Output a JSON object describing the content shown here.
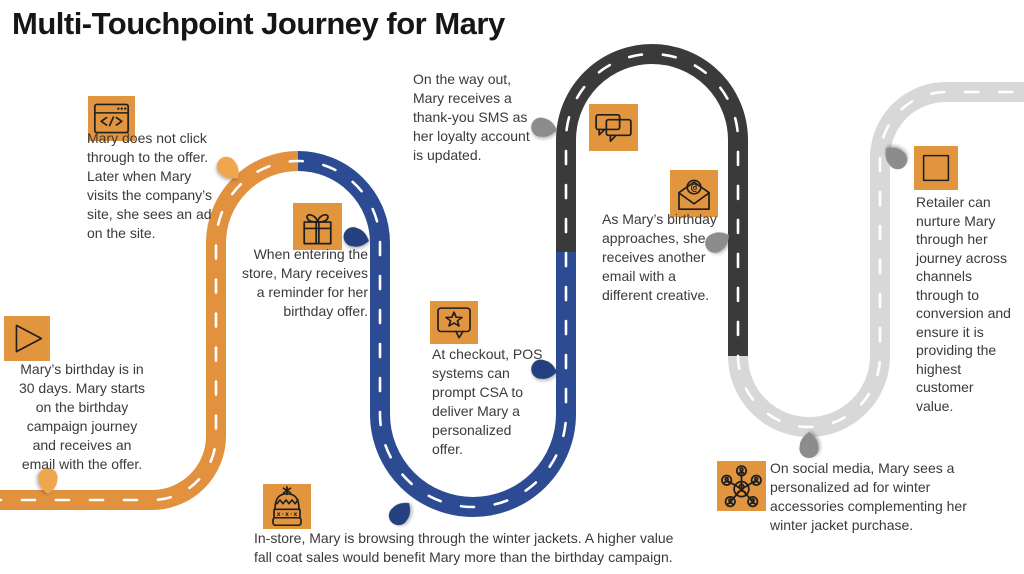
{
  "title": "Multi-Touchpoint Journey for Mary",
  "colors": {
    "icon_bg": "#E2953F",
    "road_orange": "#E2913E",
    "road_blue": "#2C4B92",
    "road_dark": "#3B3A3A",
    "road_light": "#D8D8D8",
    "road_dash": "#FFFFFF",
    "pin_orange": "#F0A64E",
    "pin_blue": "#24407E",
    "pin_gray": "#8C8C8C",
    "title_color": "#161616",
    "text_color": "#3A3A3A"
  },
  "touchpoints": [
    {
      "id": "email-offer",
      "icon": "play-icon",
      "text": "Mary’s birthday is in\n30 days. Mary starts\non the birthday\ncampaign journey\nand receives an\nemail with the offer."
    },
    {
      "id": "site-ad",
      "icon": "browser-code-icon",
      "text": "Mary does not click\nthrough to the offer.\nLater when Mary\nvisits the company’s\nsite, she sees an ad\non the site."
    },
    {
      "id": "store-reminder",
      "icon": "gift-icon",
      "text": "When entering the\nstore, Mary receives\na reminder for her\nbirthday offer."
    },
    {
      "id": "in-store-browsing",
      "icon": "beanie-icon",
      "text": "In-store, Mary is browsing through the winter jackets. A higher value\nfall coat sales would benefit Mary more than the birthday campaign."
    },
    {
      "id": "checkout-offer",
      "icon": "star-bubble-icon",
      "text": "At checkout, POS\nsystems can\nprompt CSA to\ndeliver Mary a\npersonalized\noffer."
    },
    {
      "id": "thank-you-sms",
      "icon": "chat-bubbles-icon",
      "text": "On the way out,\nMary receives a\nthank-you SMS as\nher loyalty account\nis updated."
    },
    {
      "id": "birthday-email",
      "icon": "open-email-icon",
      "text": "As Mary’s birthday\napproaches, she\nreceives another\nemail with a\ndifferent creative."
    },
    {
      "id": "social-ad",
      "icon": "social-network-icon",
      "text": "On social media, Mary sees a\npersonalized ad for winter\naccessories complementing her\nwinter jacket purchase."
    },
    {
      "id": "retailer-nurture",
      "icon": "square-icon",
      "text": "Retailer can\nnurture Mary\nthrough her\njourney across\nchannels\nthrough to\nconversion and\nensure it is\nproviding the\nhighest\ncustomer\nvalue."
    }
  ]
}
